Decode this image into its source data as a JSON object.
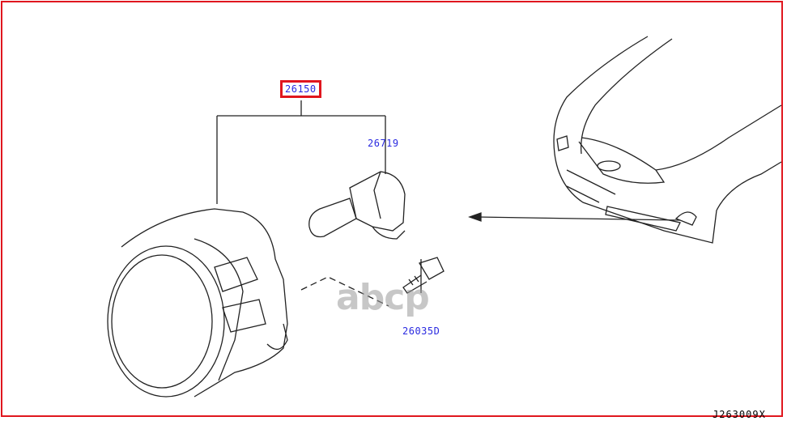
{
  "callouts": {
    "assembly": "26150",
    "bulb": "26719",
    "bolt": "26035D"
  },
  "diagram_code": "J263009X",
  "watermark": "abcp",
  "colors": {
    "frame": "#e0161e",
    "callout_text": "#2a2ae0"
  }
}
